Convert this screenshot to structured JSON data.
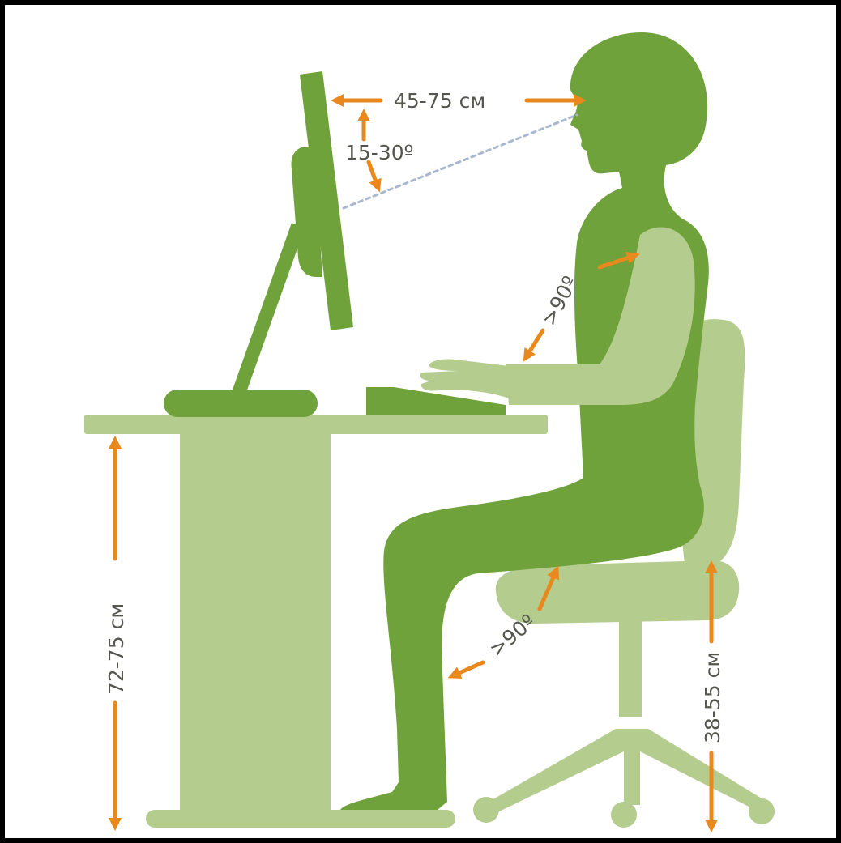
{
  "labels": {
    "eye_distance": "45-75 см",
    "monitor_angle": "15-30º",
    "elbow_angle": ">90º",
    "knee_angle": ">90º",
    "desk_height": "72-75 см",
    "seat_height": "38-55 см"
  },
  "colors": {
    "frame": "#000000",
    "background": "#ffffff",
    "dark_green": "#6fa23a",
    "light_green": "#b4cc8e",
    "arrow": "#e8881d",
    "text": "#55574f",
    "sightline": "#a9b8ce"
  }
}
